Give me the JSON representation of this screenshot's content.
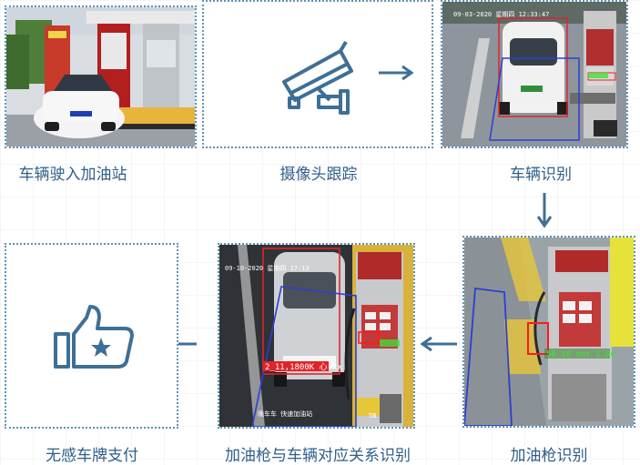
{
  "steps": [
    {
      "label": "车辆驶入加油站"
    },
    {
      "label": "摄像头跟踪"
    },
    {
      "label": "车辆识别"
    },
    {
      "label": "加油枪识别"
    },
    {
      "label": "加油枪与车辆对应关系识别"
    },
    {
      "label": "无感车牌支付"
    }
  ],
  "overlays": {
    "vehicle_timestamp": "09-03-2020 星期四 12:33:47",
    "gun_detection": "5B_18 not 1.00",
    "match_timestamp": "09-10-2020 星期四 17:13",
    "match_plate": "2_11,1800K 心.xx",
    "match_lane_text": "晚车车  快速加油站",
    "match_pump_num": "5B"
  },
  "colors": {
    "accent": "#3e6f96",
    "panel_border": "#5f93b3",
    "vehicle_box": "#e0242a",
    "lane_box": "#2b3fd1",
    "gun_box": "#ff1a1a",
    "detect_text": "#39e639"
  },
  "icons": [
    "cctv-camera-icon",
    "thumbs-up-star-icon",
    "arrow-right-icon",
    "arrow-down-icon",
    "arrow-left-icon"
  ]
}
